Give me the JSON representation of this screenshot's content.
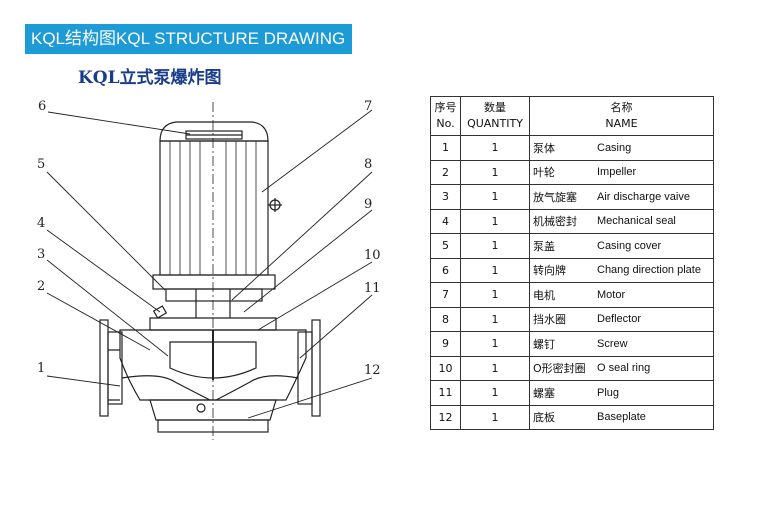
{
  "banner": "KQL结构图KQL STRUCTURE DRAWING",
  "subtitle": "KQL立式泵爆炸图",
  "callouts": [
    "1",
    "2",
    "3",
    "4",
    "5",
    "6",
    "7",
    "8",
    "9",
    "10",
    "11",
    "12"
  ],
  "table": {
    "headers": {
      "no_cn": "序号",
      "no_en": "No.",
      "qty_cn": "数量",
      "qty_en": "QUANTITY",
      "name_cn": "名称",
      "name_en": "NAME"
    },
    "rows": [
      {
        "no": "1",
        "qty": "1",
        "cn": "泵体",
        "en": "Casing"
      },
      {
        "no": "2",
        "qty": "1",
        "cn": "叶轮",
        "en": "Impeller"
      },
      {
        "no": "3",
        "qty": "1",
        "cn": "放气旋塞",
        "en": "Air discharge vaive"
      },
      {
        "no": "4",
        "qty": "1",
        "cn": "机械密封",
        "en": "Mechanical seal"
      },
      {
        "no": "5",
        "qty": "1",
        "cn": "泵盖",
        "en": "Casing cover"
      },
      {
        "no": "6",
        "qty": "1",
        "cn": "转向牌",
        "en": "Chang direction plate"
      },
      {
        "no": "7",
        "qty": "1",
        "cn": "电机",
        "en": "Motor"
      },
      {
        "no": "8",
        "qty": "1",
        "cn": "挡水圈",
        "en": "Deflector"
      },
      {
        "no": "9",
        "qty": "1",
        "cn": "螺钉",
        "en": "Screw"
      },
      {
        "no": "10",
        "qty": "1",
        "cn": "O形密封圈",
        "en": "O seal ring"
      },
      {
        "no": "11",
        "qty": "1",
        "cn": "螺塞",
        "en": "Plug"
      },
      {
        "no": "12",
        "qty": "1",
        "cn": "底板",
        "en": "Baseplate"
      }
    ]
  },
  "colors": {
    "banner_bg": "#1d9bd6",
    "subtitle": "#1a3c8c",
    "line": "#222222"
  }
}
